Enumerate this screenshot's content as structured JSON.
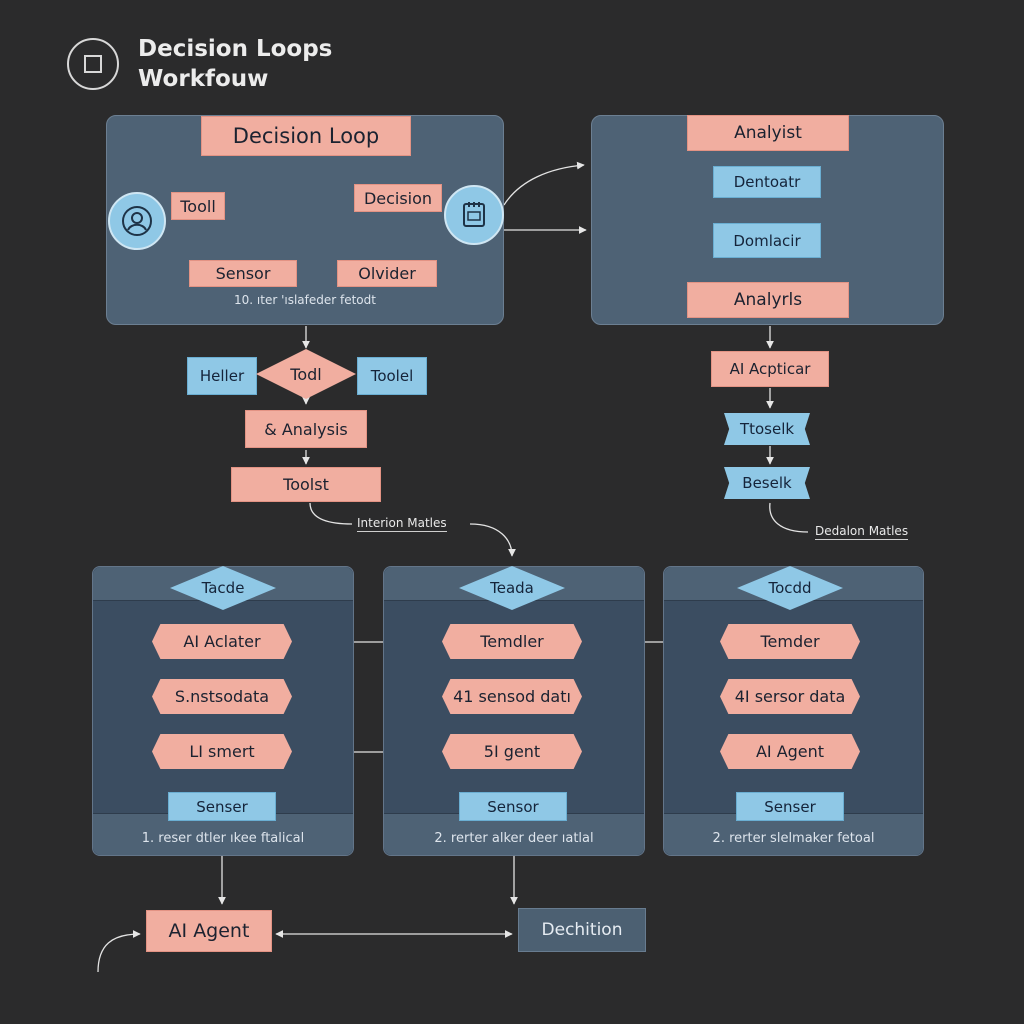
{
  "header": {
    "title_line1": "Decision Loops",
    "title_line2": "Workfouw"
  },
  "panel_a": {
    "title": "Decision Loop",
    "nodes": {
      "tool": "Tooll",
      "decision": "Decision",
      "sensor": "Sensor",
      "olvider": "Olvider"
    },
    "caption": "10. ıter 'ıslafeder fetodt"
  },
  "panel_b": {
    "top": "Analyist",
    "box1": "Dentoatr",
    "box2": "Domlacir",
    "bottom": "Analyrls"
  },
  "middle_left": {
    "heller": "Heller",
    "todl": "Todl",
    "toolel": "Toolel",
    "analysis": "& Analysis",
    "toolst": "Toolst",
    "label": "Interion Matles"
  },
  "middle_right": {
    "agent": "AI Acpticar",
    "toselk": "Ttoselk",
    "beselk": "Beselk",
    "label": "Dedalon Matles"
  },
  "columns": [
    {
      "header": "Tacde",
      "row1": "AI Aclater",
      "row2": "S.nstsodata",
      "row3": "LI smert",
      "sensor": "Senser",
      "caption": "1. reser dtler ıkee ftalical"
    },
    {
      "header": "Teada",
      "row1": "Temdler",
      "row2": "41 sensod datı",
      "row3": "5I gent",
      "sensor": "Sensor",
      "caption": "2. rerter alker deer ıatlal"
    },
    {
      "header": "Tocdd",
      "row1": "Temder",
      "row2": "4I sersor data",
      "row3": "AI Agent",
      "sensor": "Senser",
      "caption": "2. rerter slelmaker fetoal"
    }
  ],
  "bottom": {
    "agent": "AI Agent",
    "decision": "Dechition"
  },
  "colors": {
    "background": "#2b2b2c",
    "pink": "#f1aea0",
    "blue": "#8fc8e6",
    "panel": "#4e6275",
    "panel_dark": "#3b4d61"
  }
}
